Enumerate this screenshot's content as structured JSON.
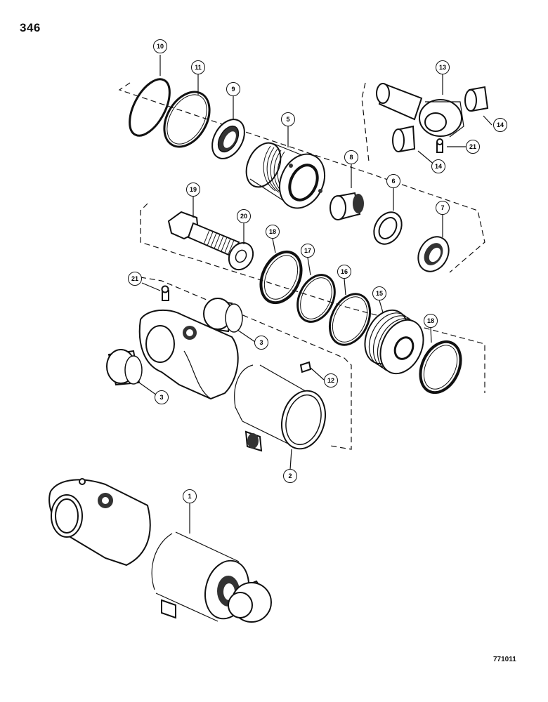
{
  "page_number": "346",
  "figure_code": "771011",
  "callouts": [
    {
      "id": "c10",
      "label": "10"
    },
    {
      "id": "c11",
      "label": "11"
    },
    {
      "id": "c9",
      "label": "9"
    },
    {
      "id": "c5",
      "label": "5"
    },
    {
      "id": "c13",
      "label": "13"
    },
    {
      "id": "c14a",
      "label": "14"
    },
    {
      "id": "c21a",
      "label": "21"
    },
    {
      "id": "c14b",
      "label": "14"
    },
    {
      "id": "c8",
      "label": "8"
    },
    {
      "id": "c6",
      "label": "6"
    },
    {
      "id": "c7",
      "label": "7"
    },
    {
      "id": "c19",
      "label": "19"
    },
    {
      "id": "c20",
      "label": "20"
    },
    {
      "id": "c18a",
      "label": "18"
    },
    {
      "id": "c17",
      "label": "17"
    },
    {
      "id": "c16",
      "label": "16"
    },
    {
      "id": "c15",
      "label": "15"
    },
    {
      "id": "c18b",
      "label": "18"
    },
    {
      "id": "c21b",
      "label": "21"
    },
    {
      "id": "c3a",
      "label": "3"
    },
    {
      "id": "c3b",
      "label": "3"
    },
    {
      "id": "c12",
      "label": "12"
    },
    {
      "id": "c2",
      "label": "2"
    },
    {
      "id": "c1",
      "label": "1"
    }
  ]
}
